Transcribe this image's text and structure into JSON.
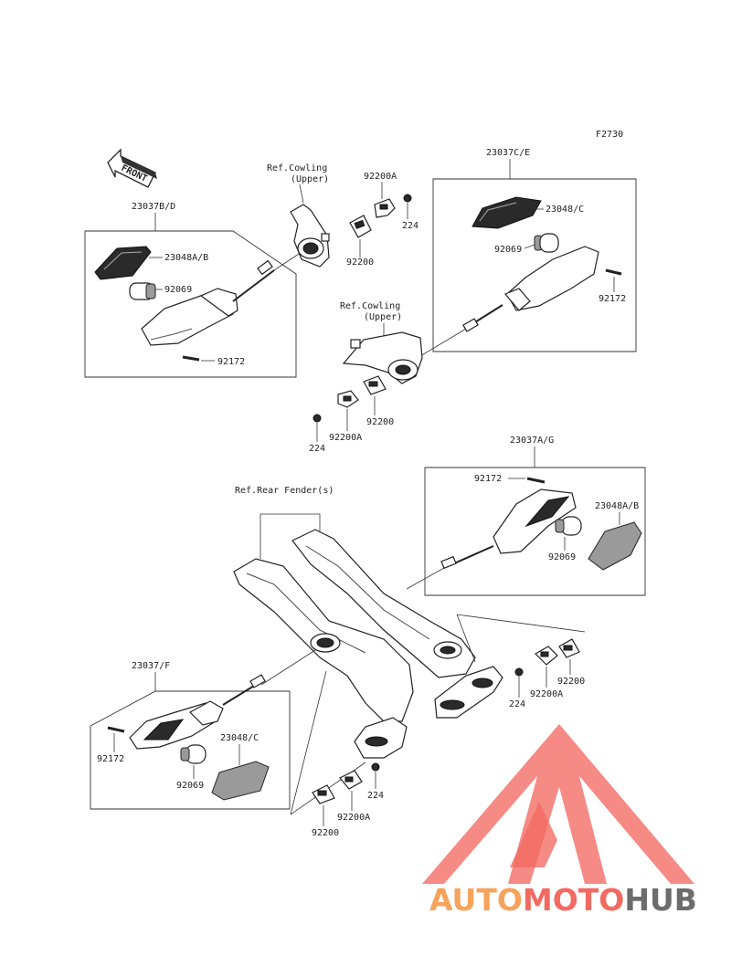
{
  "diagram_code": "F2730",
  "front_arrow_label": "FRONT",
  "refs": {
    "cowling_upper_left": [
      "Ref.Cowling",
      "(Upper)"
    ],
    "cowling_upper_center": [
      "Ref.Cowling",
      "(Upper)"
    ],
    "rear_fender": "Ref.Rear Fender(s)"
  },
  "assemblies": {
    "front_left": {
      "assembly": "23037B/D",
      "lens": "23048A/B",
      "bulb": "92069",
      "screw": "92172"
    },
    "front_right": {
      "assembly": "23037C/E",
      "lens": "23048/C",
      "bulb": "92069",
      "screw": "92172"
    },
    "rear_right": {
      "assembly": "23037A/G",
      "lens": "23048A/B",
      "bulb": "92069",
      "screw": "92172"
    },
    "rear_left": {
      "assembly": "23037/F",
      "lens": "23048/C",
      "bulb": "92069",
      "screw": "92172"
    }
  },
  "hardware": {
    "top": {
      "washer_a": "92200A",
      "washer": "92200",
      "nut": "224"
    },
    "center": {
      "washer_a": "92200A",
      "washer": "92200",
      "nut": "224"
    },
    "rear_right": {
      "washer_a": "92200A",
      "washer": "92200",
      "nut": "224"
    },
    "rear_bottom": {
      "washer_a": "92200A",
      "washer": "92200",
      "nut": "224"
    }
  },
  "watermark": {
    "part1": "AUTO",
    "part2": "MOTO",
    "part3": "HUB",
    "colors": {
      "orange": "#f7a35c",
      "red": "#f26a62",
      "grey": "#6c6c6c"
    }
  }
}
